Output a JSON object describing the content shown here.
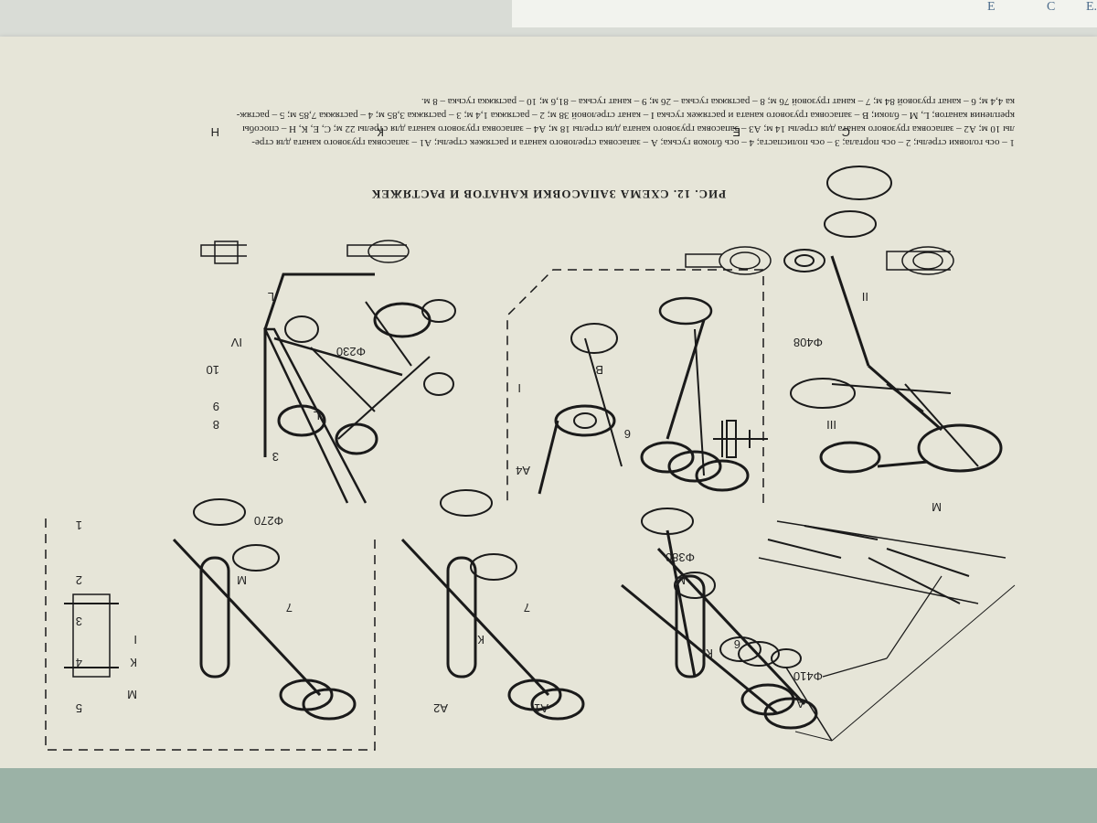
{
  "figure": {
    "title": "РИС. 12. СХЕМА ЗАПАСОВКИ КАНАТОВ И РАСТЯЖЕК",
    "caption_lines": [
      "1 – ось головки стрелы; 2 – ось портала; 3 – ось полиспаста; 4 – ось блоков гуська; А – запасовка стрелового каната и растяжек стрелы; А1 – запасовка грузового каната для стре-",
      "лы 10 м; А2 – запасовка грузового каната для стрелы 14 м; А3 – запасовка грузового каната для стрелы 18 м; А4 – запасовка грузового каната для стрелы 22 м; С, Е, К, Н – способы",
      "крепления канатов; L, М – блоки; В – запасовка грузового каната и растяжек гуська I – канат стреловой 38 м; 2 – растяжка 1,4 м; 3 – растяжка 3,85 м; 4 – растяжка 7,85 м; 5 – растяж-",
      "ка 4,4 м; 6 – канат грузовой 84 м; 7 – канат грузовой 76 м; 8 – растяжка гуська – 26 м; 9 – канат гуська – 81,6 м; 10 – растяжка гуська – 8 м."
    ],
    "labels": {
      "dia_408": "Φ408",
      "dia_230": "Φ230",
      "dia_270": "Φ270",
      "dia_380": "Φ380",
      "dia_410": "Φ410",
      "A": "А",
      "A1": "А1",
      "A2": "А2",
      "A4": "А4",
      "B": "В",
      "C": "С",
      "E": "Е",
      "K": "К",
      "H": "Н",
      "M": "М",
      "L": "L",
      "I": "I",
      "II": "II",
      "III": "III",
      "IV": "IV",
      "n1": "1",
      "n2": "2",
      "n3": "3",
      "n4": "4",
      "n5": "5",
      "n6": "6",
      "n7": "7",
      "n8": "8",
      "n9": "9",
      "n10": "10"
    }
  },
  "background_pages": {
    "edge_letters": [
      "E.",
      "С",
      "Е"
    ]
  }
}
